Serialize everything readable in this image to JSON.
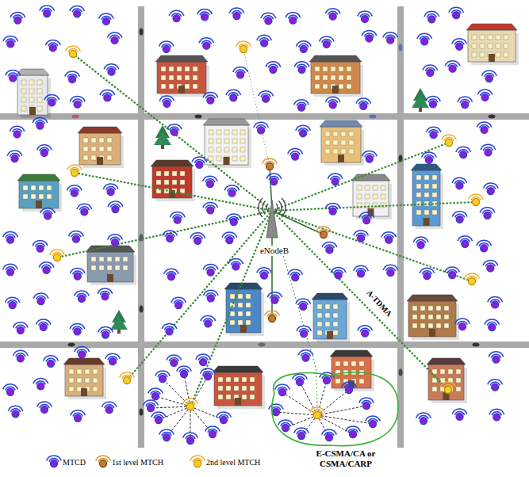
{
  "diagram": {
    "nodes": [
      {
        "text": [
          "eNodeB"
        ]
      },
      {
        "text": [
          "E-CSMA/CA or CSMA/CARP"
        ]
      }
    ],
    "edges": [
      {
        "from": 0,
        "to": 1,
        "arrow": "none"
      }
    ],
    "labels": [
      "A-TDMA"
    ],
    "legend": [
      {
        "text": "MTCD"
      },
      {
        "text": "1st level MTCH"
      },
      {
        "text": "2nd level MTCH"
      }
    ]
  }
}
